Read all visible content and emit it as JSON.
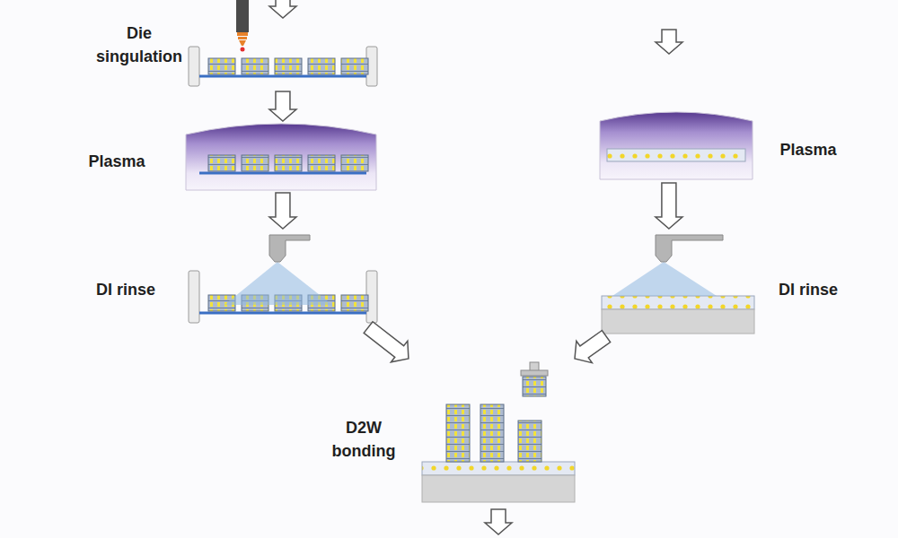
{
  "diagram": {
    "nodes": [
      {
        "text": [
          "Die singulation"
        ]
      },
      {
        "text": [
          "Plasma"
        ]
      },
      {
        "text": [
          "Plasma"
        ]
      },
      {
        "text": [
          "DI rinse"
        ]
      },
      {
        "text": [
          "DI rinse"
        ]
      },
      {
        "text": [
          "D2W bonding"
        ]
      }
    ],
    "edges": [
      {
        "from": 0,
        "to": 1,
        "arrow": "to"
      },
      {
        "from": 1,
        "to": 3,
        "arrow": "to"
      },
      {
        "from": 2,
        "to": 4,
        "arrow": "to"
      },
      {
        "from": 3,
        "to": 5,
        "arrow": "to"
      },
      {
        "from": 4,
        "to": 5,
        "arrow": "to"
      }
    ]
  }
}
